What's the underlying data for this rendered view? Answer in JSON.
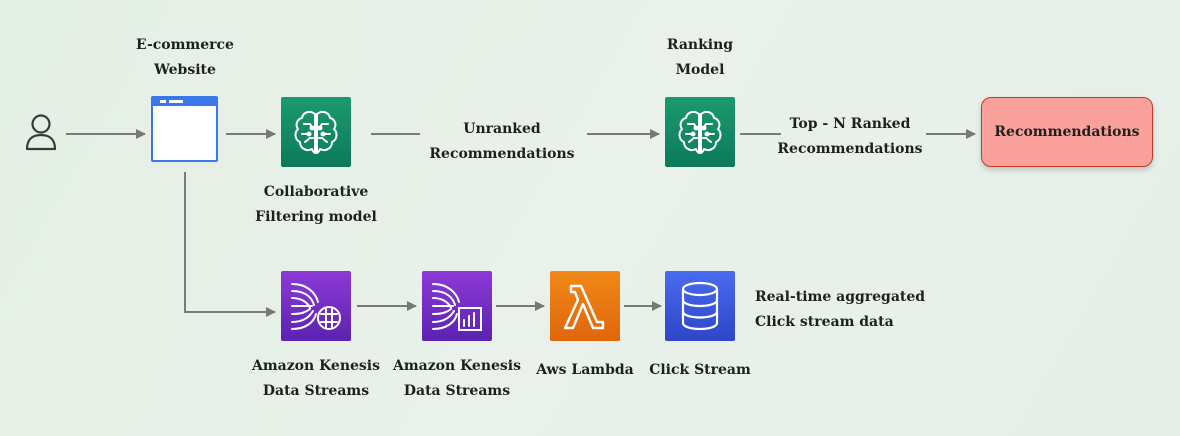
{
  "labels": {
    "website": [
      "E-commerce",
      "Website"
    ],
    "ranking": [
      "Ranking",
      "Model"
    ],
    "unranked": [
      "Unranked",
      "Recommendations"
    ],
    "top_n": [
      "Top - N Ranked",
      "Recommendations"
    ],
    "collab": [
      "Collaborative",
      "Filtering model"
    ],
    "kinesis1": [
      "Amazon Kenesis",
      "Data Streams"
    ],
    "kinesis2": [
      "Amazon Kenesis",
      "Data Streams"
    ],
    "lambda": [
      "Aws Lambda"
    ],
    "clickstream": [
      "Click Stream"
    ],
    "realtime": [
      "Real-time aggregated",
      "Click stream data"
    ],
    "recommendations": "Recommendations"
  },
  "icons": {
    "user": "user-icon",
    "website": "browser-window-icon",
    "collab": "sagemaker-brain-icon",
    "ranking": "sagemaker-brain-icon",
    "kinesis1": "kinesis-data-streams-icon",
    "kinesis2": "kinesis-data-analytics-icon",
    "lambda": "lambda-icon",
    "clickstream": "database-icon"
  },
  "colors": {
    "sagemaker": "#0f8a63",
    "kinesis": "#7b2fc9",
    "lambda": "#ec7a12",
    "database": "#3a56e0",
    "browser": "#3b78e7",
    "recommendations_fill": "#f9a19a",
    "recommendations_border": "#c0392b",
    "arrow": "#7a7a7a"
  }
}
